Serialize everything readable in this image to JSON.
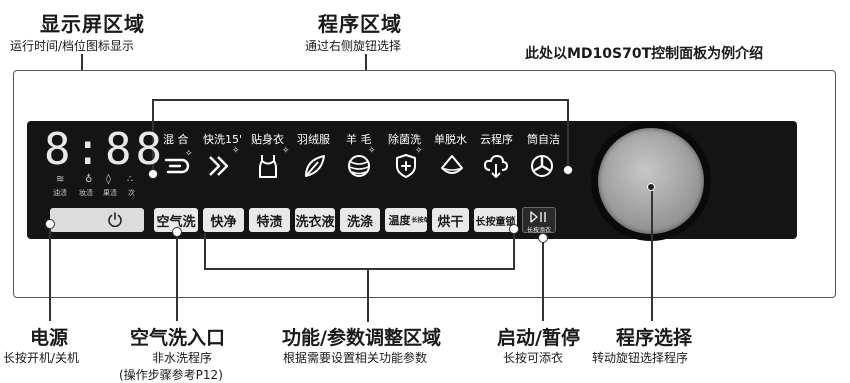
{
  "header": {
    "display_area_title": "显示屏区域",
    "display_area_sub": "运行时间/档位图标显示",
    "program_area_title": "程序区域",
    "program_area_sub": "通过右侧旋钮选择",
    "model_note": "此处以MD10S70T控制面板为例介绍"
  },
  "display": {
    "digits": "8:88",
    "indicators": [
      "油渍",
      "妆渍",
      "果渍",
      "次"
    ]
  },
  "programs": [
    {
      "label": "混 合",
      "icon": "mix-icon"
    },
    {
      "label": "快洗15'",
      "icon": "fast-wash-icon"
    },
    {
      "label": "贴身衣",
      "icon": "underwear-icon"
    },
    {
      "label": "羽绒服",
      "icon": "feather-icon"
    },
    {
      "label": "羊 毛",
      "icon": "wool-icon"
    },
    {
      "label": "除菌洗",
      "icon": "shield-plus-icon"
    },
    {
      "label": "单脱水",
      "icon": "spin-icon"
    },
    {
      "label": "云程序",
      "icon": "cloud-download-icon"
    },
    {
      "label": "筒自洁",
      "icon": "drum-clean-icon"
    }
  ],
  "buttons": {
    "air_wash": "空气洗",
    "quick_clean": "快净",
    "stain": "特渍",
    "detergent": "洗衣液",
    "wash": "洗涤",
    "temp_main": "温度",
    "temp_small": "长按单烘",
    "dry": "烘干",
    "child_lock": "长按童锁",
    "pause_small": "长按添衣"
  },
  "callouts": {
    "power_title": "电源",
    "power_sub": "长按开机/关机",
    "air_title": "空气洗入口",
    "air_sub1": "非水洗程序",
    "air_sub2": "(操作步骤参考P12)",
    "func_title": "功能/参数调整区域",
    "func_sub": "根据需要设置相关功能参数",
    "start_title": "启动/暂停",
    "start_sub": "长按可添衣",
    "select_title": "程序选择",
    "select_sub": "转动旋钮选择程序"
  }
}
